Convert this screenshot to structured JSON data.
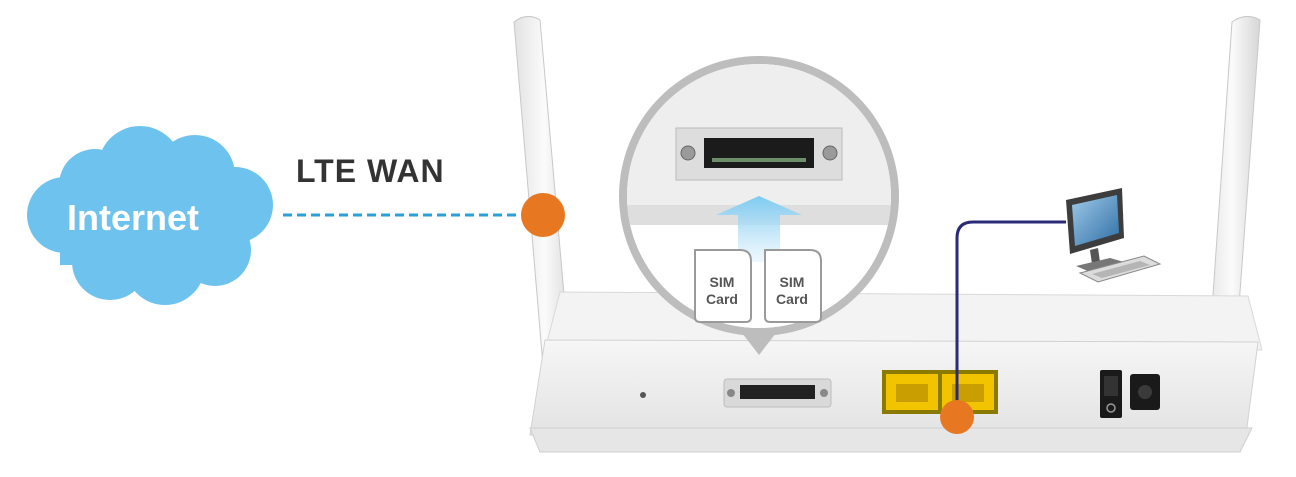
{
  "cloud": {
    "label": "Internet"
  },
  "wan": {
    "label": "LTE  WAN"
  },
  "sim_cards": [
    {
      "line1": "SIM",
      "line2": "Card"
    },
    {
      "line1": "SIM",
      "line2": "Card"
    }
  ],
  "colors": {
    "cloud": "#6ec3ee",
    "dashed_line": "#2a9fd8",
    "connection_dot": "#e87722",
    "ethernet_cable": "#2b2a77",
    "lan_port": "#f2c400",
    "arrow": "#9fd7f4",
    "router_body": "#eeeeee",
    "zoom_ring": "#bdbdbd"
  },
  "icons": {
    "cloud": "cloud-icon",
    "computer": "desktop-computer-icon",
    "router": "lte-router-image"
  }
}
